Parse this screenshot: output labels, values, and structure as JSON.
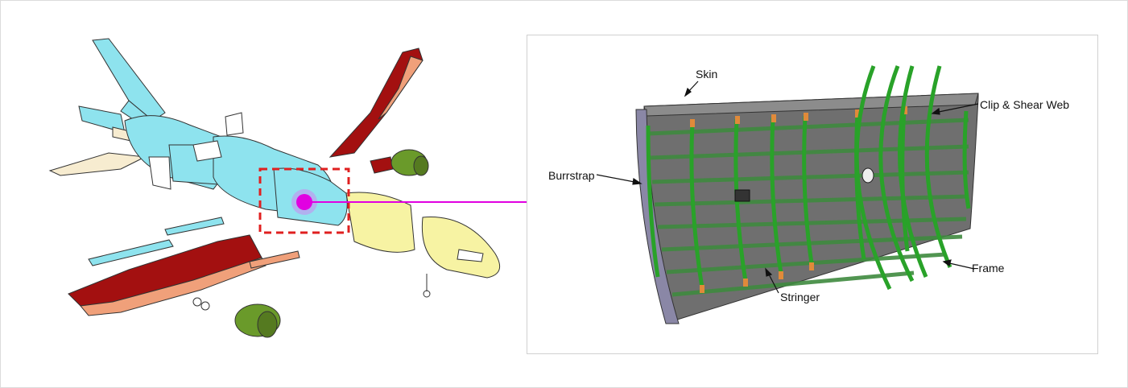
{
  "labels": {
    "skin": "Skin",
    "clip_shear_web": "Clip & Shear Web",
    "burrstrap": "Burrstrap",
    "frame": "Frame",
    "stringer": "Stringer"
  },
  "colors": {
    "tail_fuselage": "#8ee3ee",
    "wing": "#a31010",
    "nose": "#f7f3a3",
    "engine": "#6a9a2a",
    "flap": "#f0a07a",
    "highlight": "#e100e1",
    "selection_box": "#e02020",
    "frame_green": "#29a229",
    "clip_orange": "#e08a3a",
    "skin_gray": "#6f6f6f"
  },
  "icons": {
    "focus_marker": "magenta-dot-icon"
  }
}
